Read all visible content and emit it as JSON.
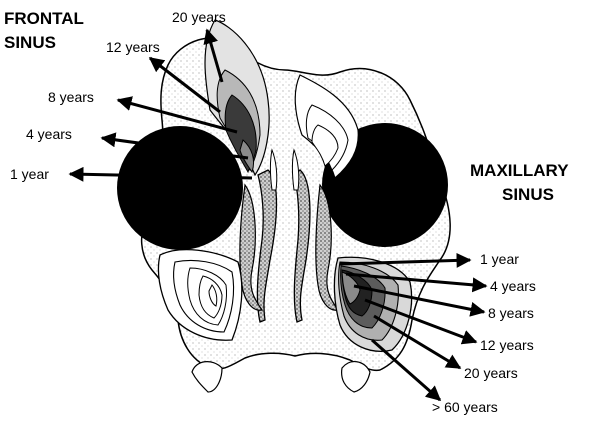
{
  "frontal_sinus": {
    "title_line1": "FRONTAL",
    "title_line2": "SINUS",
    "ages": [
      "20 years",
      "12 years",
      "8 years",
      "4 years",
      "1 year"
    ]
  },
  "maxillary_sinus": {
    "title_line1": "MAXILLARY",
    "title_line2": "SINUS",
    "ages": [
      "1 year",
      "4 years",
      "8 years",
      "12 years",
      "20 years",
      "> 60 years"
    ]
  }
}
